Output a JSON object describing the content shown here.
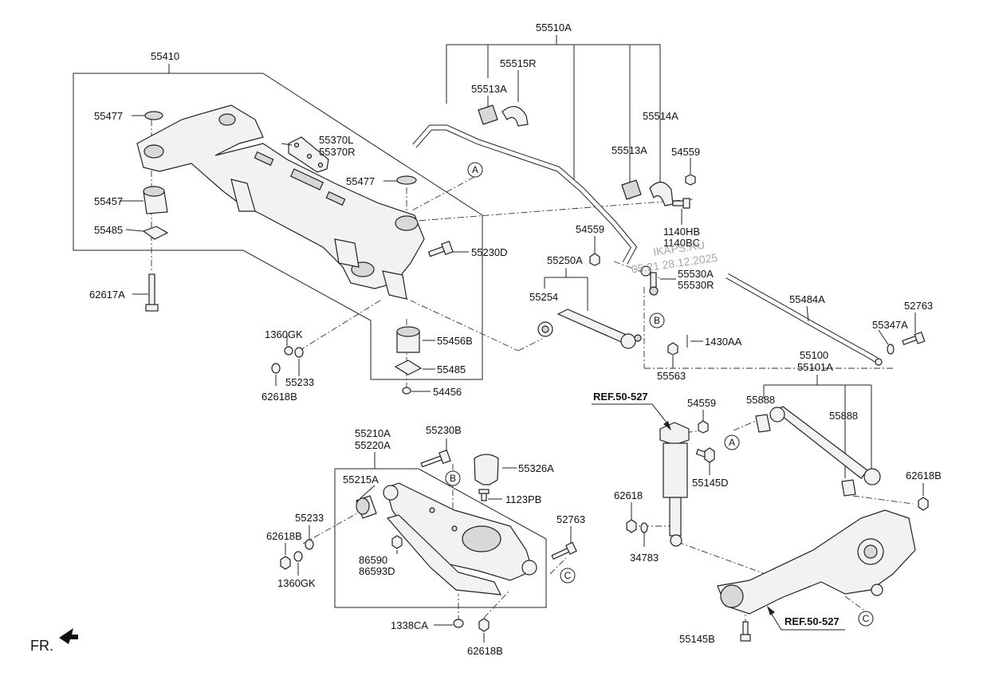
{
  "labels": {
    "l_55410": "55410",
    "l_55477a": "55477",
    "l_55457": "55457",
    "l_55485a": "55485",
    "l_62617A": "62617A",
    "l_55370L": "55370L",
    "l_55370R": "55370R",
    "l_55477b": "55477",
    "l_55230D": "55230D",
    "l_1360GKa": "1360GK",
    "l_55233a": "55233",
    "l_62618Ba": "62618B",
    "l_55456B": "55456B",
    "l_55485b": "55485",
    "l_54456": "54456",
    "l_55510A": "55510A",
    "l_55515R": "55515R",
    "l_55513Aa": "55513A",
    "l_55514A": "55514A",
    "l_55513Ab": "55513A",
    "l_54559a": "54559",
    "l_1140HB": "1140HB",
    "l_1140BC": "1140BC",
    "l_54559b": "54559",
    "l_55250A": "55250A",
    "l_55254": "55254",
    "l_55530A": "55530A",
    "l_55530R": "55530R",
    "l_55484A": "55484A",
    "l_52763a": "52763",
    "l_55347A": "55347A",
    "l_1430AA": "1430AA",
    "l_55563": "55563",
    "l_55100": "55100",
    "l_55101A": "55101A",
    "l_55888a": "55888",
    "l_55888b": "55888",
    "l_REF1": "REF.50-527",
    "l_54559c": "54559",
    "l_55145D": "55145D",
    "l_62618Bb": "62618B",
    "l_62618": "62618",
    "l_34783": "34783",
    "l_REF2": "REF.50-527",
    "l_55145B": "55145B",
    "l_55210A": "55210A",
    "l_55220A": "55220A",
    "l_55230B": "55230B",
    "l_55326A": "55326A",
    "l_55215A": "55215A",
    "l_1123PB": "1123PB",
    "l_55233b": "55233",
    "l_62618Bc": "62618B",
    "l_1360GKb": "1360GK",
    "l_86590": "86590",
    "l_86593D": "86593D",
    "l_52763b": "52763",
    "l_1338CA": "1338CA",
    "l_62618Bd": "62618B",
    "l_FR": "FR."
  },
  "callouts": {
    "a1": "A",
    "a2": "A",
    "b1": "B",
    "b2": "B",
    "c1": "C",
    "c2": "C"
  },
  "watermark": {
    "line1": "IKAPS.RU",
    "line2": "05.21 28.12.2025"
  }
}
